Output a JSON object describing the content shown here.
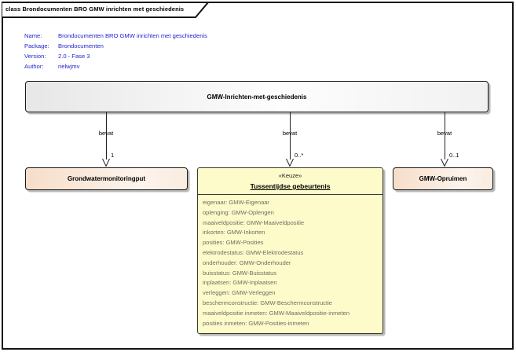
{
  "frame": {
    "title": "class Brondocumenten BRO GMW inrichten met geschiedenis"
  },
  "metadata": {
    "rows": [
      {
        "label": "Name:",
        "value": "Brondocumenten BRO GMW inrichten met geschiedenis"
      },
      {
        "label": "Package:",
        "value": "Brondocumenten"
      },
      {
        "label": "Version:",
        "value": "2.0 - Fase 3"
      },
      {
        "label": "Author:",
        "value": "rielwjmv"
      }
    ]
  },
  "diagram": {
    "root_class": {
      "name": "GMW-Inrichten-met-geschiedenis"
    },
    "associations": [
      {
        "label": "bevat",
        "multiplicity": "1"
      },
      {
        "label": "bevat",
        "multiplicity": "0..*"
      },
      {
        "label": "bevat",
        "multiplicity": "0..1"
      }
    ],
    "left_class": {
      "name": "Grondwatermonitoringput"
    },
    "right_class": {
      "name": "GMW-Opruimen"
    },
    "choice_class": {
      "stereotype": "«Keuze»",
      "name": "Tussentijdse gebeurtenis",
      "attributes": [
        "eigenaar: GMW-Eigenaar",
        "oplenging: GMW-Oplengen",
        "maaiveldpositie: GMW-Maaiveldpositie",
        "inkorten: GMW-Inkorten",
        "posities: GMW-Posities",
        "elektrodestatus: GMW-Elektrodestatus",
        "onderhouder: GMW-Onderhouder",
        "buisstatus: GMW-Buisstatus",
        "inplaatsen: GMW-Inplaatsen",
        "verleggen: GMW-Verleggen",
        "beschermconstructie: GMW-Beschermconstructie",
        "maaiveldpositie inmeten: GMW-Maaiveldpositie-inmeten",
        "posities inmeten: GMW-Posities-inmeten"
      ]
    }
  },
  "colors": {
    "frame_border": "#141414",
    "metadata_text": "#2323cd",
    "root_fill_gradient_start": "#e7e7e7",
    "small_class_fill_gradient_start": "#f6ddca",
    "choice_fill": "#fdfbca",
    "choice_border": "#3c3c2e",
    "attribute_text": "#6e6e62"
  }
}
